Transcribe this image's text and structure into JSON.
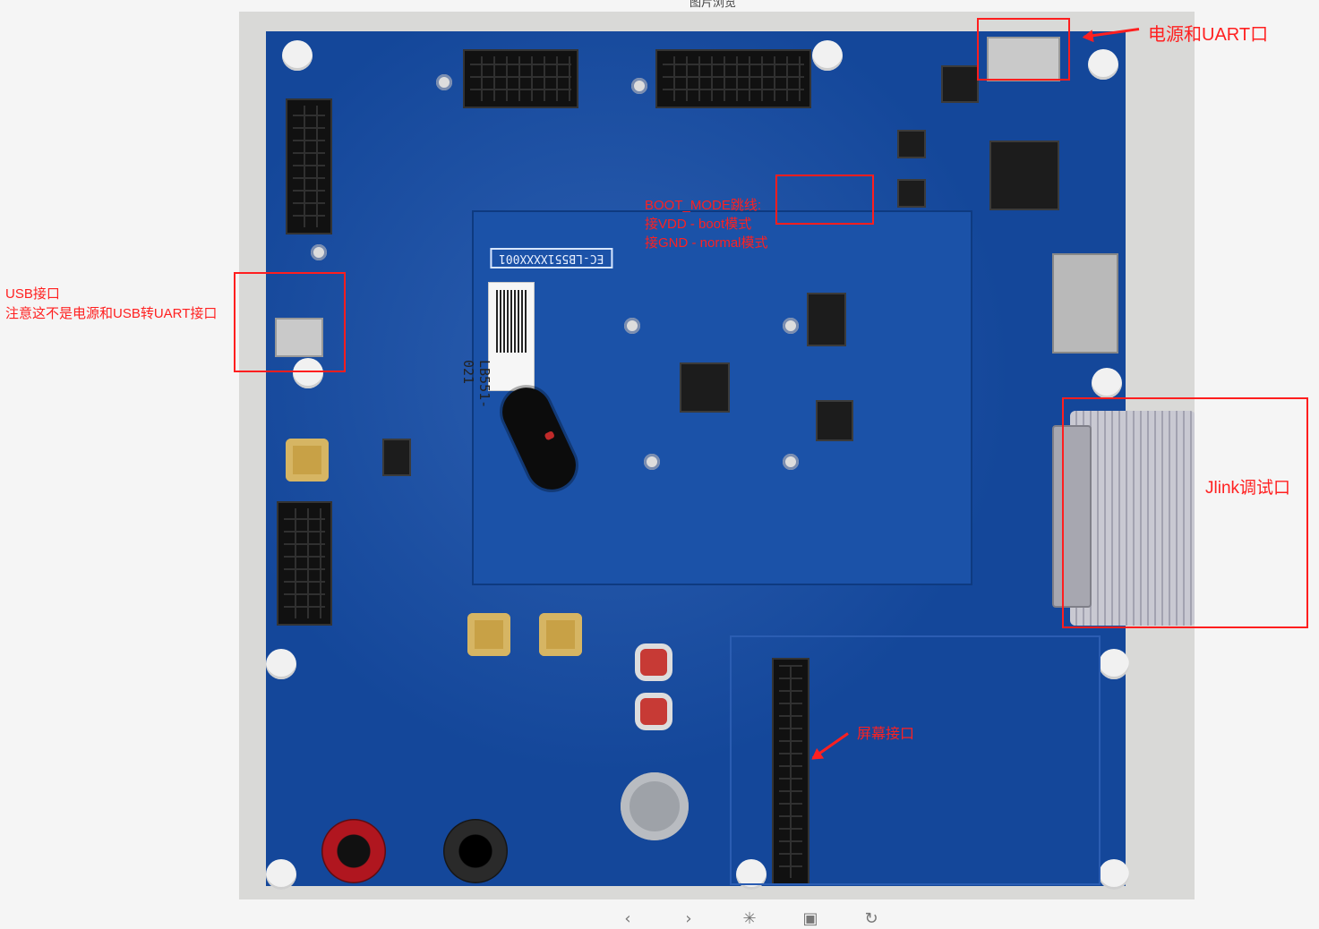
{
  "top_caption": "图片浏览",
  "annotations": {
    "power_uart": "电源和UART口",
    "usb_title": "USB接口",
    "usb_note": "注意这不是电源和USB转UART接口",
    "boot_mode_title": "BOOT_MODE跳线:",
    "boot_mode_vdd": "接VDD - boot模式",
    "boot_mode_gnd": "接GND - normal模式",
    "jlink": "Jlink调试口",
    "screen": "屏幕接口"
  },
  "board_labels": {
    "module_label": "EC-LB551XXXX001",
    "barcode_text": "LB551-021"
  },
  "toolbar": {
    "icons": [
      "prev-icon",
      "next-icon",
      "fit-icon",
      "fullscreen-icon",
      "rotate-icon"
    ],
    "glyphs": [
      "‹",
      "›",
      "✳",
      "▣",
      "↻"
    ]
  }
}
